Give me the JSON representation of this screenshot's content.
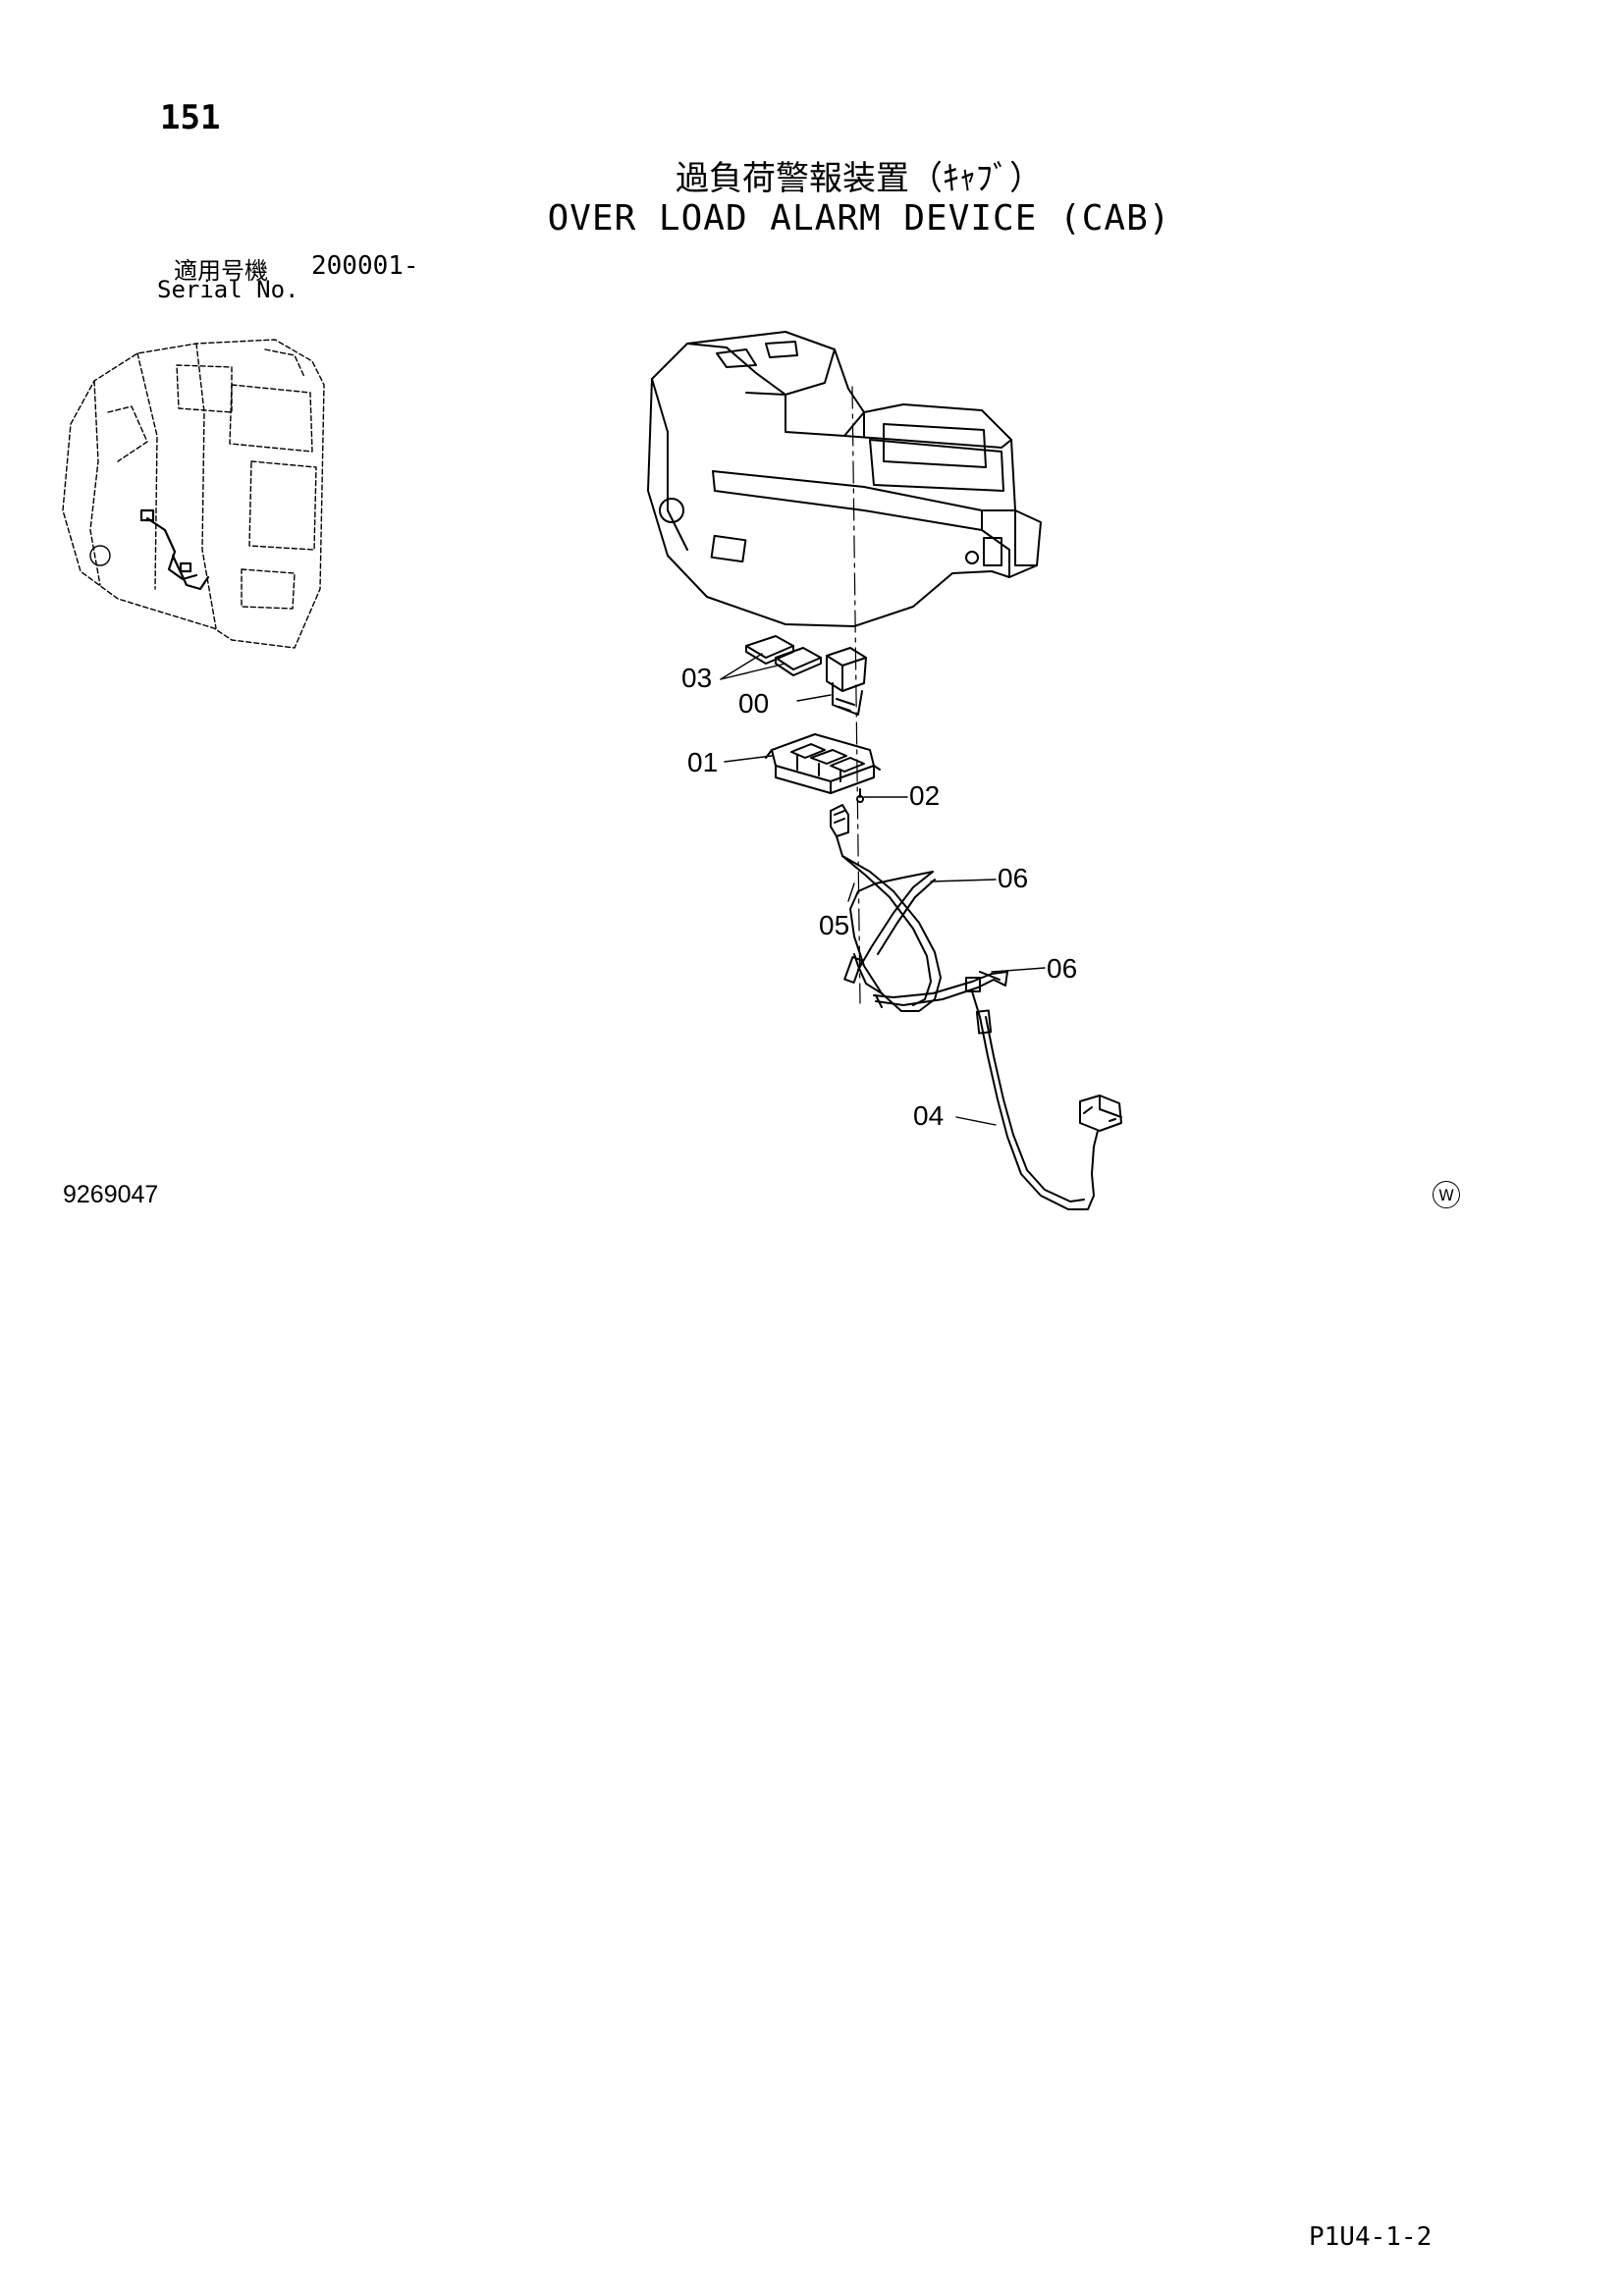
{
  "header": {
    "page_number": "151",
    "title_jp": "過負荷警報装置（ｷｬﾌﾞ）",
    "title_en": "OVER LOAD ALARM DEVICE (CAB)",
    "serial_label_jp": "適用号機",
    "serial_number": "200001-",
    "serial_label_en": "Serial No."
  },
  "callouts": [
    "03",
    "00",
    "01",
    "02",
    "05",
    "06",
    "06",
    "04"
  ],
  "footer": {
    "document_number": "9269047",
    "maker_symbol": "W",
    "reference_code": "P1U4-1-2"
  }
}
